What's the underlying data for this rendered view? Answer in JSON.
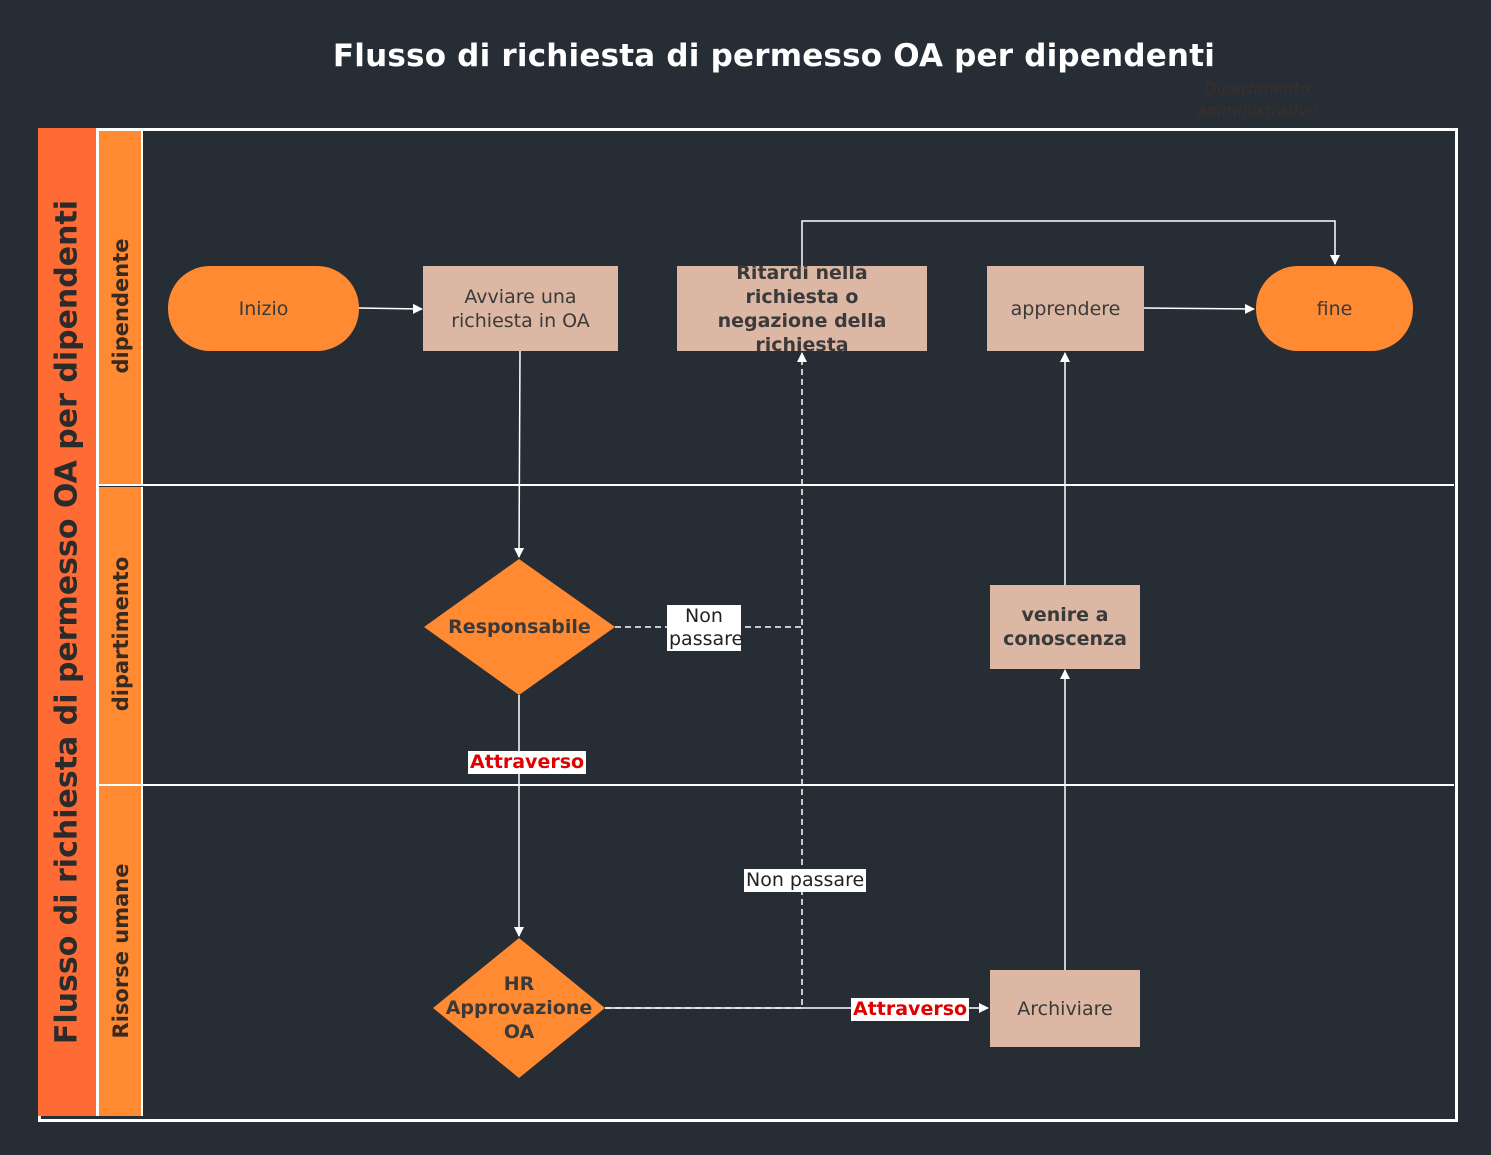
{
  "title": "Flusso di richiesta di permesso OA per dipendenti",
  "faint_note": "Dipartimento amministrativo",
  "pool": {
    "label": "Flusso di richiesta di permesso OA per dipendenti"
  },
  "lanes": [
    {
      "label": "dipendente"
    },
    {
      "label": "dipartimento"
    },
    {
      "label": "Risorse umane"
    }
  ],
  "nodes": {
    "start": "Inizio",
    "initiate": "Avviare una richiesta in OA",
    "delay": "Ritardi nella richiesta o negazione della richiesta",
    "learn": "apprendere",
    "end": "fine",
    "manager": "Responsabile",
    "notify": "venire a conoscenza",
    "hr": "HR Approvazione OA",
    "archive": "Archiviare"
  },
  "edge_labels": {
    "manager_reject": "Non passare",
    "manager_pass": "Attraverso",
    "hr_reject": "Non passare",
    "hr_pass": "Attraverso"
  },
  "colors": {
    "background": "#262d34",
    "pool_header": "#ff6b35",
    "lane_header": "#ff8a32",
    "terminal": "#ff8a32",
    "process": "#dbb7a4",
    "decision": "#ff8a32",
    "pass_label": "#e00000"
  }
}
